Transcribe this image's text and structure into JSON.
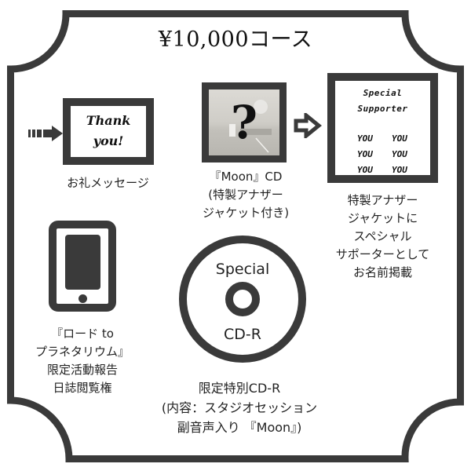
{
  "title": "¥10,000コース",
  "colors": {
    "frame": "#3a3a3a",
    "background": "#ffffff",
    "text": "#222222"
  },
  "items": {
    "thank_you": {
      "card_text": "Thank\nyou!",
      "caption": "お礼メッセージ",
      "icon": "dashed-arrow-right-icon"
    },
    "moon_cd": {
      "cover_glyph": "?",
      "caption": "『Moon』CD\n(特製アナザー\nジャケット付き)"
    },
    "arrow": {
      "icon": "outline-arrow-right-icon"
    },
    "special_supporter": {
      "card_title": "Special\nSupporter",
      "names": [
        "YOU",
        "YOU",
        "YOU",
        "YOU",
        "YOU",
        "YOU"
      ],
      "caption": "特製アナザー\nジャケットに\nスペシャル\nサポーターとして\nお名前掲載"
    },
    "activity_report": {
      "icon": "tablet-icon",
      "caption": "『ロード to\nプラネタリウム』\n限定活動報告\n日誌閲覧権"
    },
    "special_cdr": {
      "disc_top": "Special",
      "disc_bottom": "CD-R",
      "caption": "限定特別CD-R\n(内容：スタジオセッション\n副音声入り 『Moon』)"
    }
  }
}
